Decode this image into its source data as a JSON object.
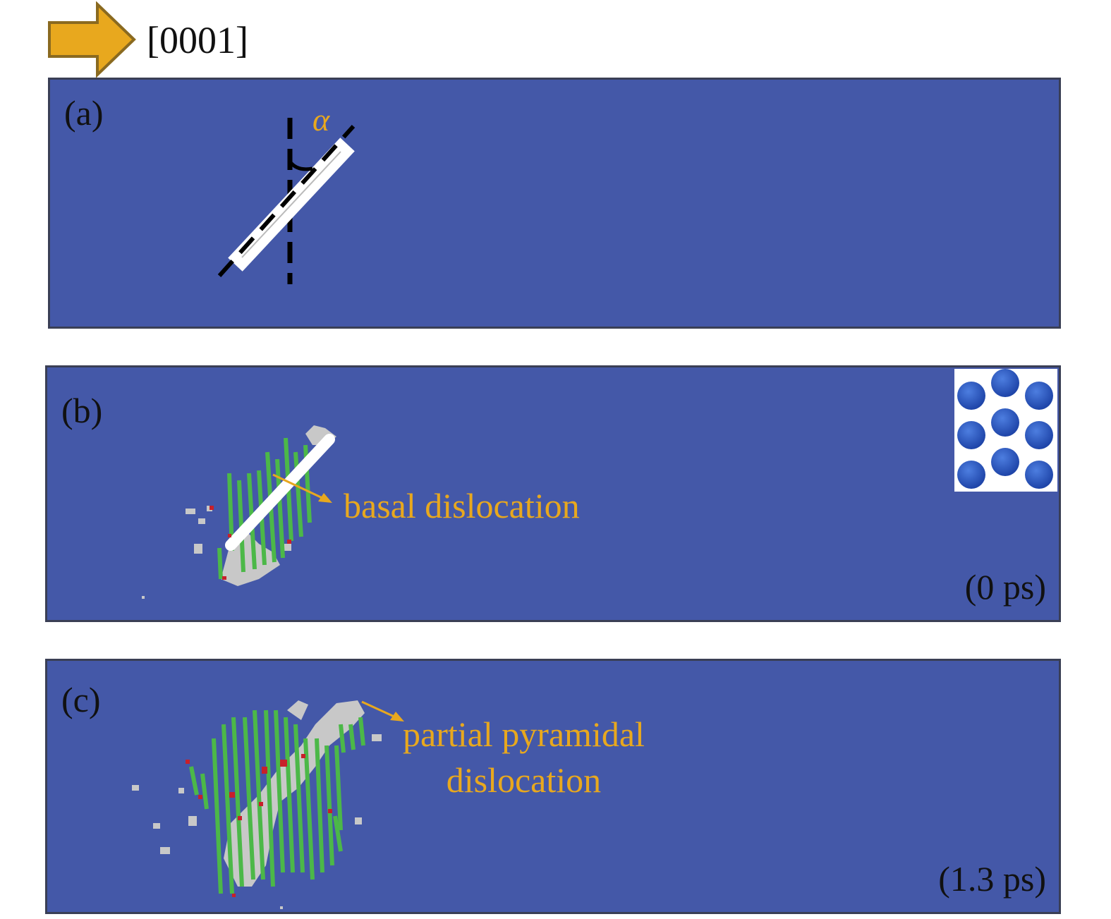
{
  "header": {
    "direction_label": "[0001]",
    "arrow_color": "#e8a81e",
    "arrow_icon": "right-arrow-icon"
  },
  "colors": {
    "panel_background": "#4458a8",
    "annotation": "#e8a81e",
    "dislocation_lines": "#4cb848",
    "defect_atoms": "#c8c8c8",
    "highlight_atoms": "#c8202a"
  },
  "panels": [
    {
      "label": "(a)",
      "angle_symbol": "α"
    },
    {
      "label": "(b)",
      "annotation": "basal dislocation",
      "time": "(0 ps)"
    },
    {
      "label": "(c)",
      "annotation_line1": "partial pyramidal",
      "annotation_line2": "dislocation",
      "time": "(1.3 ps)"
    }
  ]
}
